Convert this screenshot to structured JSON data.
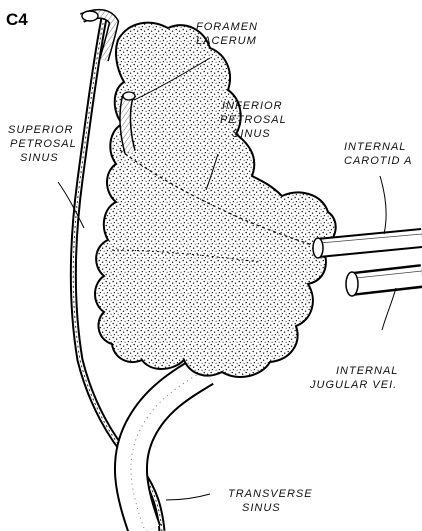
{
  "panel_label": "C4",
  "labels": {
    "foramen_lacerum": [
      "FORAMEN",
      "LACERUM"
    ],
    "superior_petrosal_sinus": [
      "SUPERIOR",
      "PETROSAL",
      "SINUS"
    ],
    "inferior_petrosal_sinus": [
      "INFERIOR",
      "PETROSAL",
      "SINUS"
    ],
    "internal_carotid": [
      "INTERNAL",
      "CAROTID A"
    ],
    "internal_jugular_vein": [
      "INTERNAL",
      "JUGULAR VEI."
    ],
    "transverse_sinus": [
      "TRANSVERSE",
      "SINUS"
    ]
  }
}
